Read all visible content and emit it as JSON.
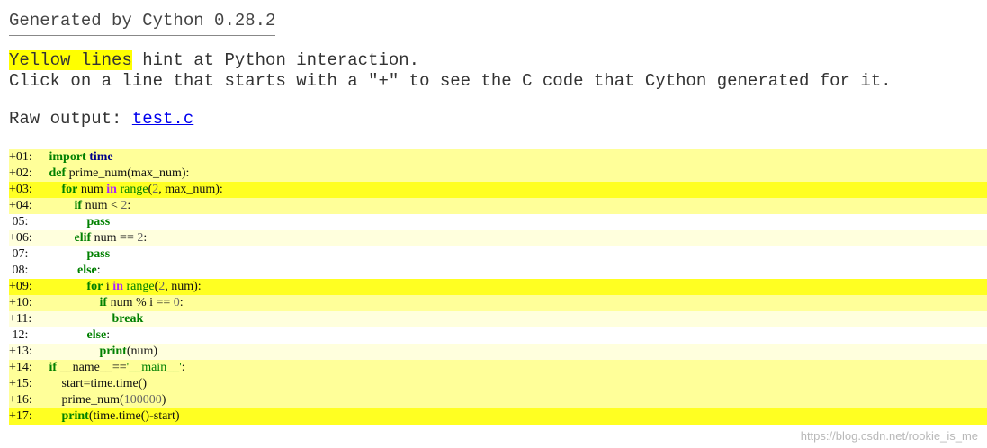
{
  "header": {
    "generated": "Generated by Cython 0.28.2"
  },
  "intro": {
    "highlight": "Yellow lines",
    "rest": " hint at Python interaction.",
    "line2": "Click on a line that starts with a \"+\" to see the C code that Cython generated for it."
  },
  "raw": {
    "label": "Raw output: ",
    "link": "test.c"
  },
  "colors": {
    "score_high": "#ffff22",
    "score_medium": "#ffff99",
    "score_low": "#ffffdd",
    "score_none": "#ffffff",
    "highlight": "#ffff00"
  },
  "code_lines": [
    {
      "no": "+01:",
      "score": "medium",
      "tokens": [
        {
          "t": " "
        },
        {
          "t": "import",
          "c": "kw"
        },
        {
          "t": " "
        },
        {
          "t": "time",
          "c": "kwb"
        }
      ]
    },
    {
      "no": "+02:",
      "score": "medium",
      "tokens": [
        {
          "t": " "
        },
        {
          "t": "def",
          "c": "kw"
        },
        {
          "t": " prime_num(max_num):"
        }
      ]
    },
    {
      "no": "+03:",
      "score": "high",
      "tokens": [
        {
          "t": "     "
        },
        {
          "t": "for",
          "c": "kw"
        },
        {
          "t": " num "
        },
        {
          "t": "in",
          "c": "op"
        },
        {
          "t": " "
        },
        {
          "t": "range",
          "c": "builtin"
        },
        {
          "t": "("
        },
        {
          "t": "2",
          "c": "num"
        },
        {
          "t": ", max_num):"
        }
      ]
    },
    {
      "no": "+04:",
      "score": "medium",
      "tokens": [
        {
          "t": "         "
        },
        {
          "t": "if",
          "c": "kw"
        },
        {
          "t": " num < "
        },
        {
          "t": "2",
          "c": "num"
        },
        {
          "t": ":"
        }
      ]
    },
    {
      "no": " 05:",
      "score": "none",
      "tokens": [
        {
          "t": "             "
        },
        {
          "t": "pass",
          "c": "kw"
        }
      ]
    },
    {
      "no": "+06:",
      "score": "low",
      "tokens": [
        {
          "t": "         "
        },
        {
          "t": "elif",
          "c": "kw"
        },
        {
          "t": " num == "
        },
        {
          "t": "2",
          "c": "num"
        },
        {
          "t": ":"
        }
      ]
    },
    {
      "no": " 07:",
      "score": "none",
      "tokens": [
        {
          "t": "             "
        },
        {
          "t": "pass",
          "c": "kw"
        }
      ]
    },
    {
      "no": " 08:",
      "score": "none",
      "tokens": [
        {
          "t": "          "
        },
        {
          "t": "else",
          "c": "kw"
        },
        {
          "t": ":"
        }
      ]
    },
    {
      "no": "+09:",
      "score": "high",
      "tokens": [
        {
          "t": "             "
        },
        {
          "t": "for",
          "c": "kw"
        },
        {
          "t": " i "
        },
        {
          "t": "in",
          "c": "op"
        },
        {
          "t": " "
        },
        {
          "t": "range",
          "c": "builtin"
        },
        {
          "t": "("
        },
        {
          "t": "2",
          "c": "num"
        },
        {
          "t": ", num):"
        }
      ]
    },
    {
      "no": "+10:",
      "score": "medium",
      "tokens": [
        {
          "t": "                 "
        },
        {
          "t": "if",
          "c": "kw"
        },
        {
          "t": " num % i == "
        },
        {
          "t": "0",
          "c": "num"
        },
        {
          "t": ":"
        }
      ]
    },
    {
      "no": "+11:",
      "score": "low",
      "tokens": [
        {
          "t": "                     "
        },
        {
          "t": "break",
          "c": "kw"
        }
      ]
    },
    {
      "no": " 12:",
      "score": "none",
      "tokens": [
        {
          "t": "             "
        },
        {
          "t": "else",
          "c": "kw"
        },
        {
          "t": ":"
        }
      ]
    },
    {
      "no": "+13:",
      "score": "low",
      "tokens": [
        {
          "t": "                 "
        },
        {
          "t": "print",
          "c": "kw"
        },
        {
          "t": "(num)"
        }
      ]
    },
    {
      "no": "+14:",
      "score": "medium",
      "tokens": [
        {
          "t": " "
        },
        {
          "t": "if",
          "c": "kw"
        },
        {
          "t": " __name__=="
        },
        {
          "t": "'__main__'",
          "c": "str"
        },
        {
          "t": ":"
        }
      ]
    },
    {
      "no": "+15:",
      "score": "medium",
      "tokens": [
        {
          "t": "     start=time.time()"
        }
      ]
    },
    {
      "no": "+16:",
      "score": "medium",
      "tokens": [
        {
          "t": "     prime_num("
        },
        {
          "t": "100000",
          "c": "num"
        },
        {
          "t": ")"
        }
      ]
    },
    {
      "no": "+17:",
      "score": "high",
      "tokens": [
        {
          "t": "     "
        },
        {
          "t": "print",
          "c": "kw"
        },
        {
          "t": "(time.time()-start)"
        }
      ]
    }
  ],
  "watermark": "https://blog.csdn.net/rookie_is_me"
}
